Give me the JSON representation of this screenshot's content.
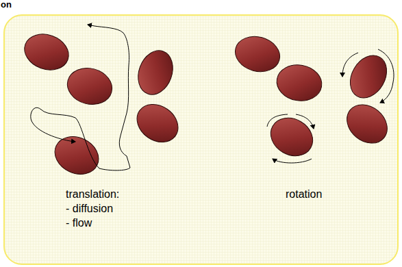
{
  "diagram": {
    "labels": [
      "on",
      "translation:",
      "- diffusion",
      "- flow",
      "rotation"
    ]
  }
}
